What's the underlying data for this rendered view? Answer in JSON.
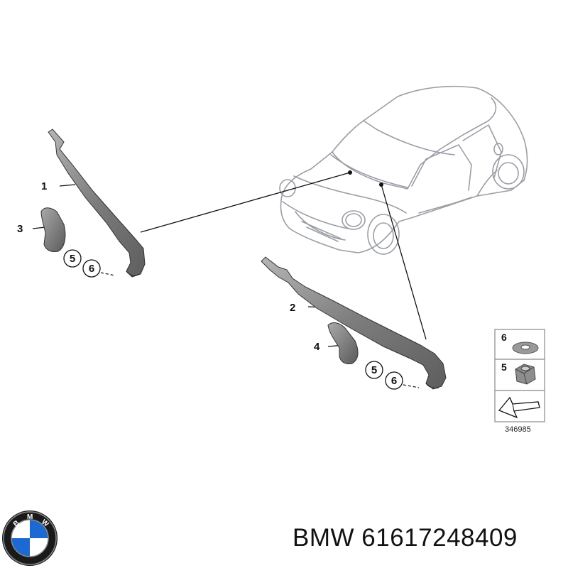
{
  "parts": [
    {
      "callout": "1",
      "name": "wiper-arm-left"
    },
    {
      "callout": "2",
      "name": "wiper-arm-right"
    },
    {
      "callout": "3",
      "name": "cover-cap-left"
    },
    {
      "callout": "4",
      "name": "cover-cap-right"
    }
  ],
  "hardware": {
    "five": "5",
    "six": "6"
  },
  "legend": {
    "item_6": "6",
    "item_5": "5"
  },
  "diagram_ref": "346985",
  "brand": "BMW",
  "brand_logo_letters": "BMW",
  "part_number": "61617248409",
  "colors": {
    "part_fill": "#8a8a8a",
    "car_outline": "#9a9ea4",
    "line": "#111111",
    "logo_blue": "#1c69d4"
  },
  "icons": [
    "washer-icon",
    "hex-nut-icon",
    "arrow-icon",
    "bmw-logo-icon"
  ]
}
